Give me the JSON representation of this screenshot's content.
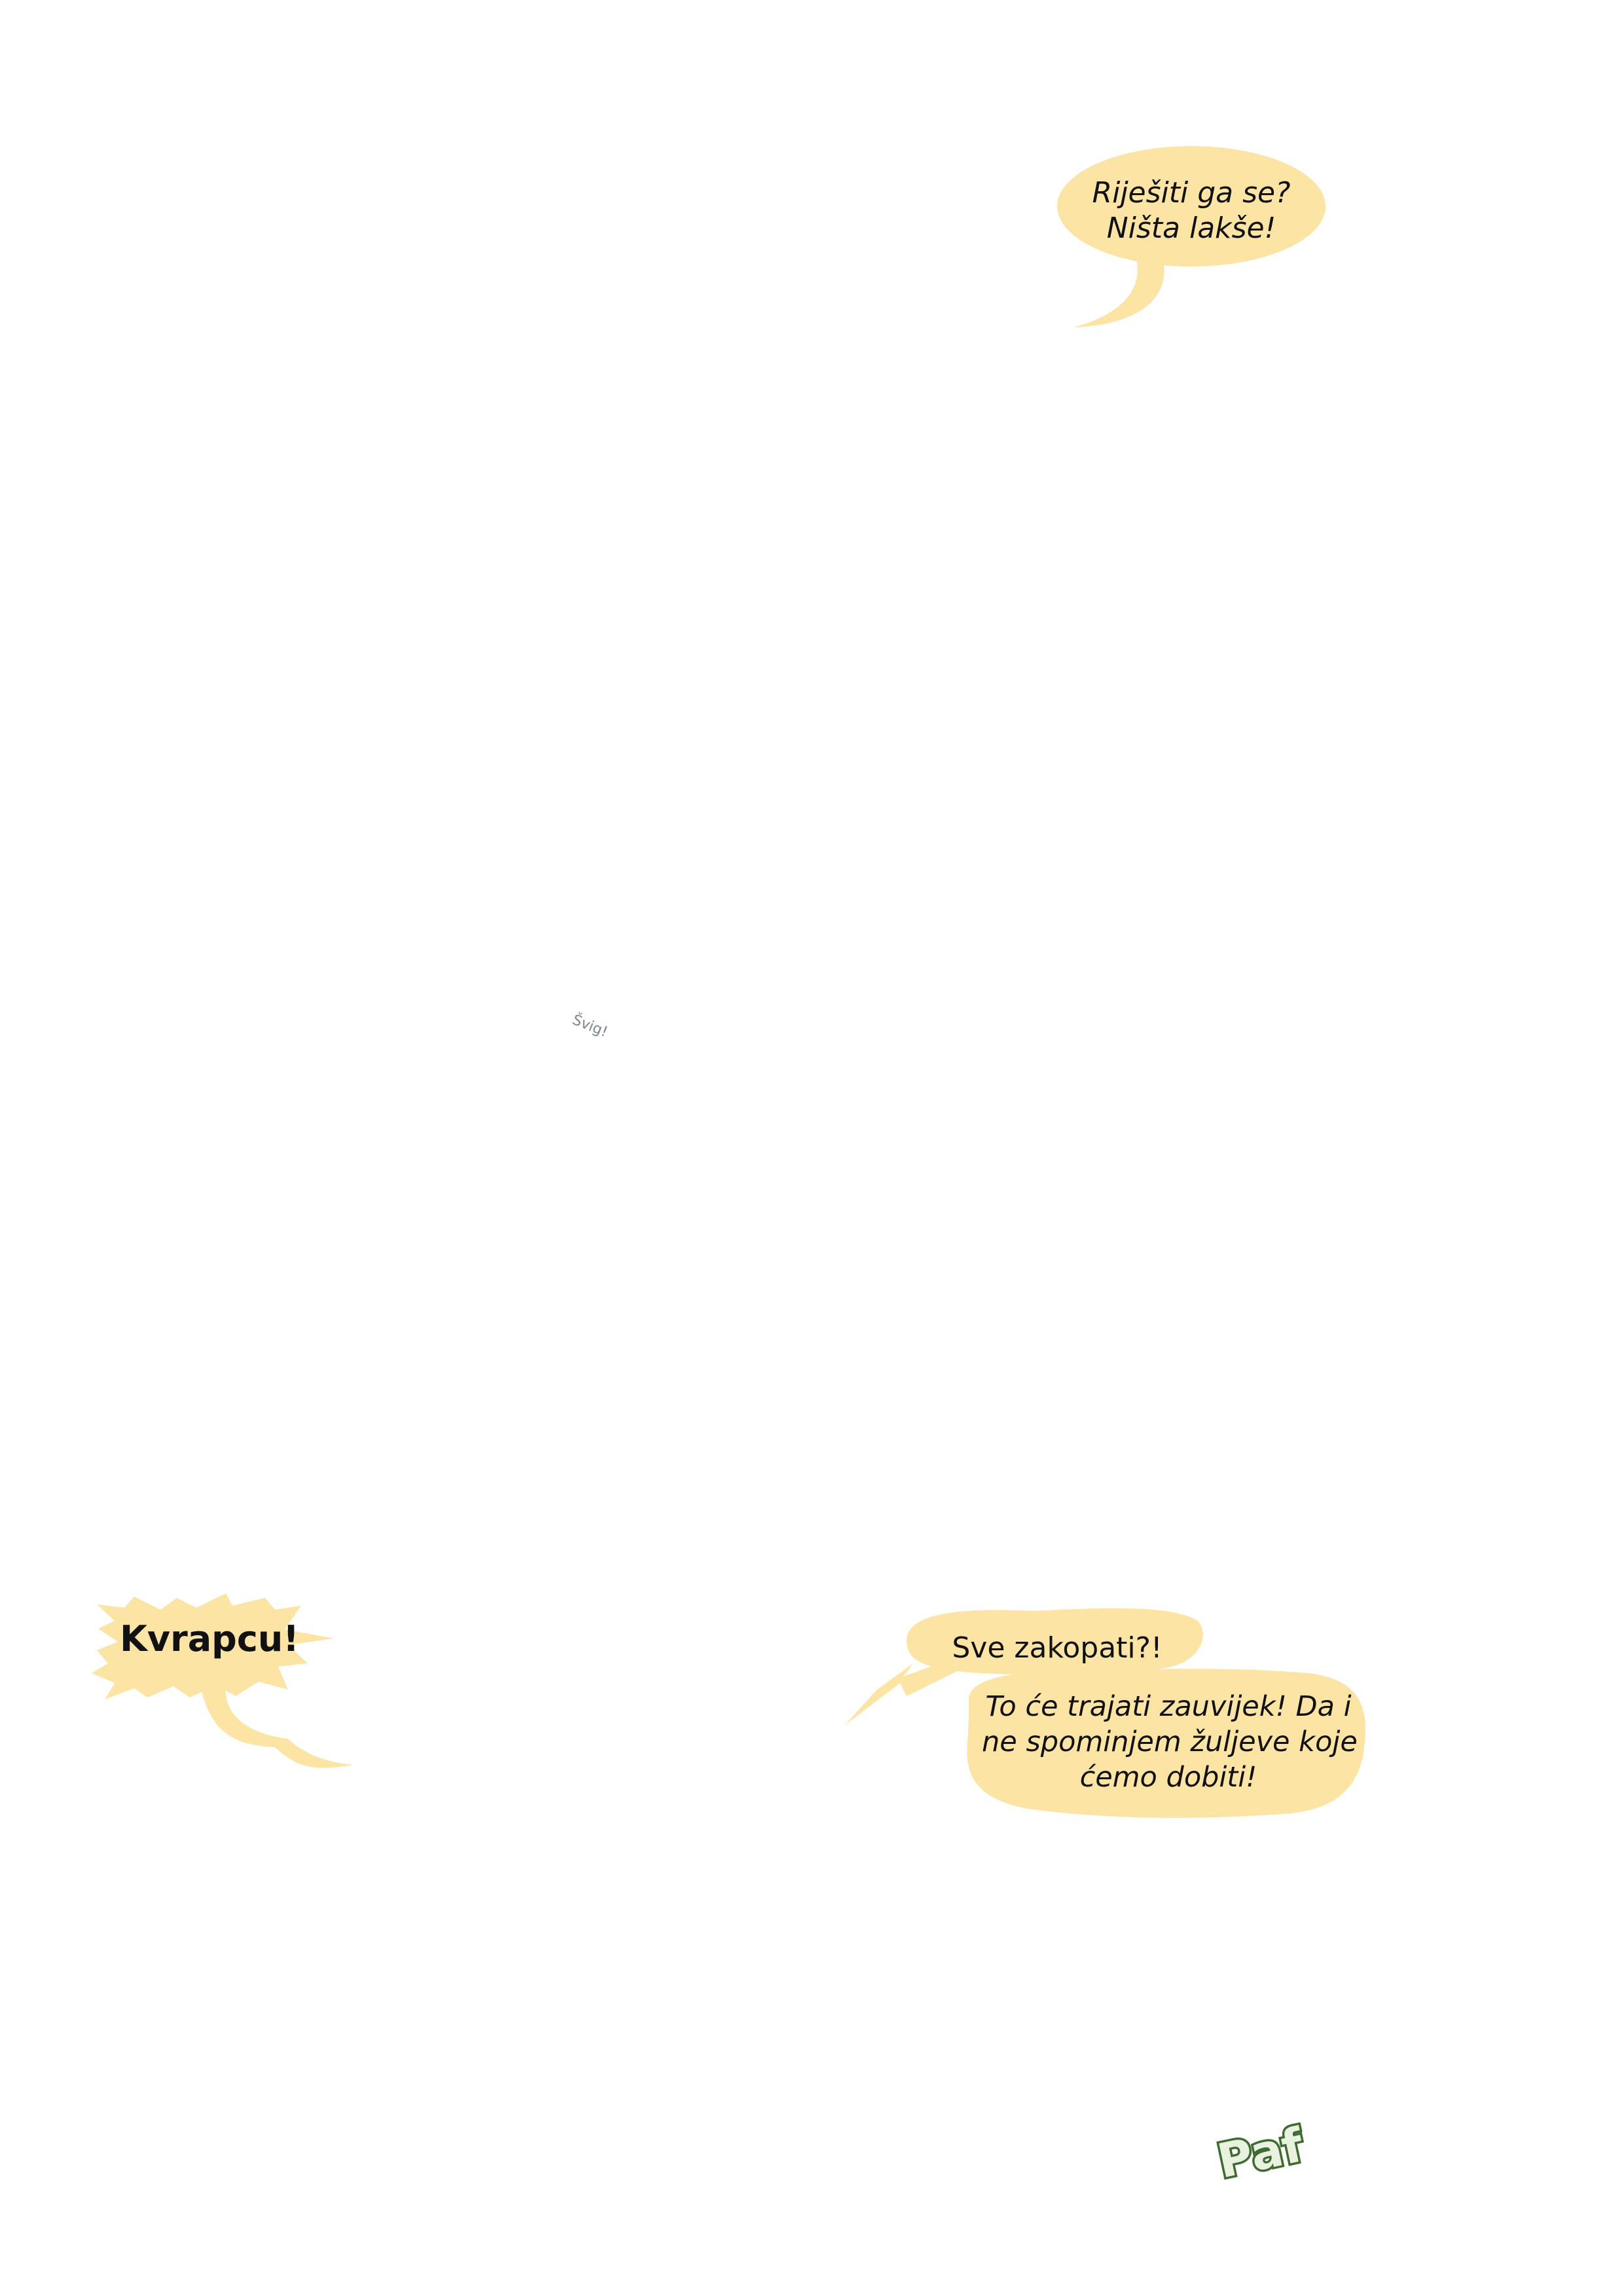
{
  "colors": {
    "background": "#ffffff",
    "bubble_fill": "#fce4a5",
    "text": "#111111",
    "sfx_svig": "#7c8791",
    "sfx_paf_fill": "#e9f1df",
    "sfx_paf_outline": "#3f6b32"
  },
  "bubbles": {
    "top_right": {
      "line1": "Riješiti ga se?",
      "line2": "Ništa lakše!"
    },
    "exclamation": {
      "text": "Kvrapcu!"
    },
    "lower_small": {
      "text": "Sve zakopati?!"
    },
    "lower_large": {
      "line1": "To će trajati zauvijek! Da i",
      "line2": "ne spominjem žuljeve koje",
      "line3": "ćemo dobiti!"
    }
  },
  "sound_effects": {
    "svig": "Švig!",
    "paf": "Paf"
  }
}
